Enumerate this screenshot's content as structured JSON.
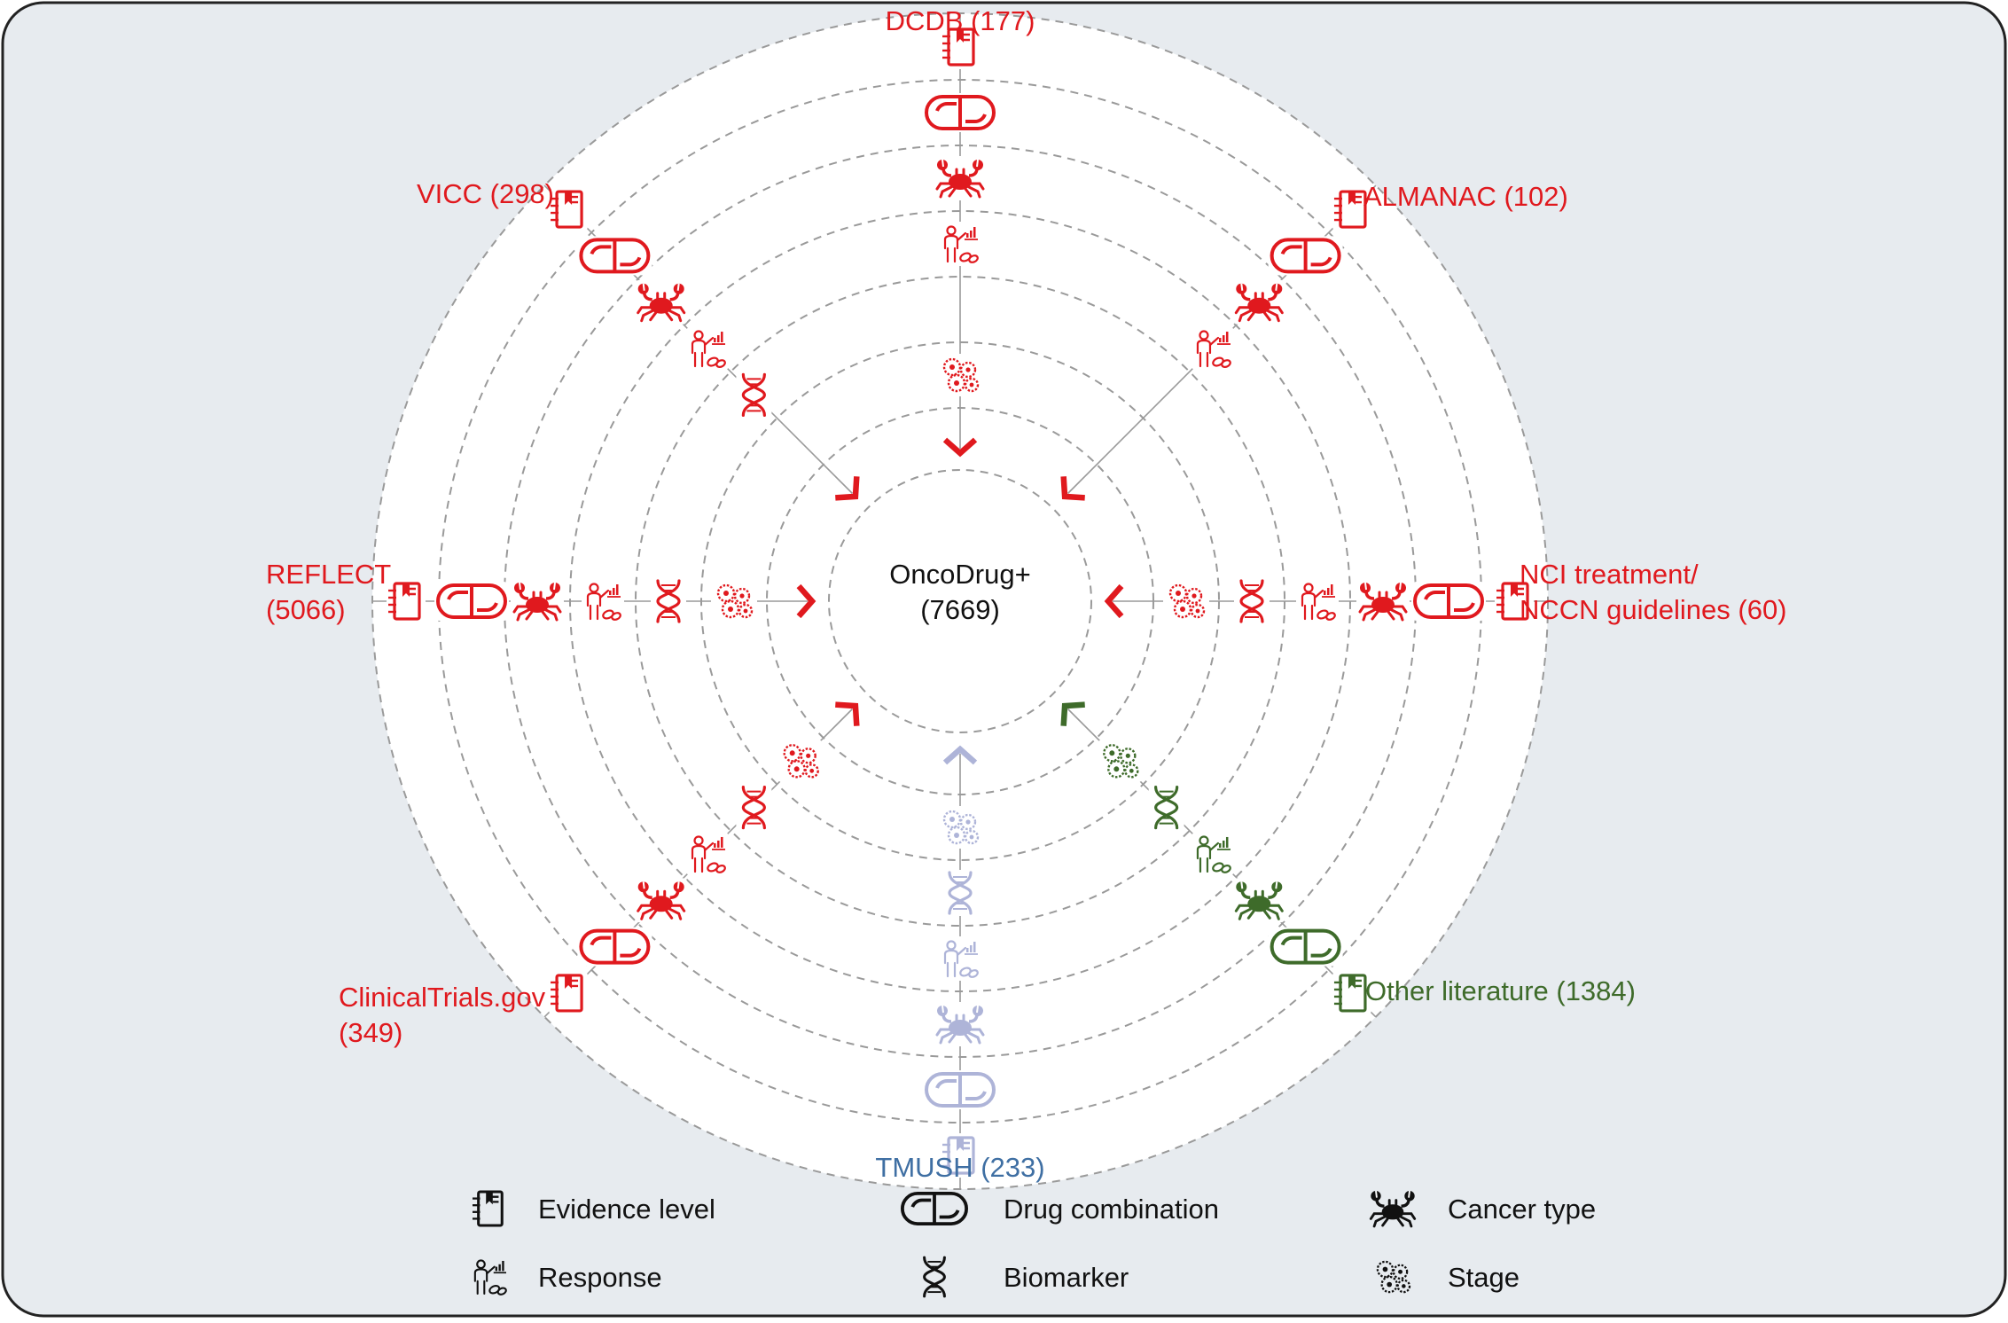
{
  "colors": {
    "panel_bg": "#e7ebef",
    "panel_border": "#222222",
    "ring_dash": "#9a9a9a",
    "spoke": "#9a9a9a",
    "red": "#e0191e",
    "green": "#3e6b2a",
    "lavender": "#aeb4d8",
    "blue_text": "#3f6fa3",
    "legend_ink": "#111111"
  },
  "center": {
    "title": "OncoDrug+",
    "count": "(7669)"
  },
  "sources": [
    {
      "id": "dcdb",
      "lines": [
        "DCDB (177)"
      ],
      "angle": 0,
      "color": "red",
      "label_color": "red",
      "icons": [
        "evidence",
        "drug",
        "cancer",
        "response",
        "stage"
      ]
    },
    {
      "id": "almanac",
      "lines": [
        "ALMANAC (102)"
      ],
      "angle": 45,
      "color": "red",
      "label_color": "red",
      "icons": [
        "evidence",
        "drug",
        "cancer",
        "response"
      ]
    },
    {
      "id": "nci",
      "lines": [
        "NCI treatment/",
        "NCCN guidelines (60)"
      ],
      "angle": 90,
      "color": "red",
      "label_color": "red",
      "icons": [
        "evidence",
        "drug",
        "cancer",
        "response",
        "biomarker",
        "stage"
      ]
    },
    {
      "id": "other",
      "lines": [
        "Other literature (1384)"
      ],
      "angle": 135,
      "color": "green",
      "label_color": "green",
      "icons": [
        "evidence",
        "drug",
        "cancer",
        "response",
        "biomarker",
        "stage"
      ]
    },
    {
      "id": "tmush",
      "lines": [
        "TMUSH (233)"
      ],
      "angle": 180,
      "color": "lavender",
      "label_color": "blue_text",
      "icons": [
        "evidence",
        "drug",
        "cancer",
        "response",
        "biomarker",
        "stage"
      ]
    },
    {
      "id": "clinicaltrials",
      "lines": [
        "ClinicalTrials.gov",
        "(349)"
      ],
      "angle": 225,
      "color": "red",
      "label_color": "red",
      "icons": [
        "evidence",
        "drug",
        "cancer",
        "response",
        "biomarker",
        "stage"
      ]
    },
    {
      "id": "reflect",
      "lines": [
        "REFLECT",
        "(5066)"
      ],
      "angle": 270,
      "color": "red",
      "label_color": "red",
      "icons": [
        "evidence",
        "drug",
        "cancer",
        "response",
        "biomarker",
        "stage"
      ]
    },
    {
      "id": "vicc",
      "lines": [
        "VICC (298)"
      ],
      "angle": 315,
      "color": "red",
      "label_color": "red",
      "icons": [
        "evidence",
        "drug",
        "cancer",
        "response",
        "biomarker"
      ]
    }
  ],
  "legend": [
    {
      "icon": "evidence",
      "label": "Evidence level"
    },
    {
      "icon": "drug",
      "label": "Drug combination"
    },
    {
      "icon": "cancer",
      "label": "Cancer type"
    },
    {
      "icon": "response",
      "label": "Response"
    },
    {
      "icon": "biomarker",
      "label": "Biomarker"
    },
    {
      "icon": "stage",
      "label": "Stage"
    }
  ]
}
